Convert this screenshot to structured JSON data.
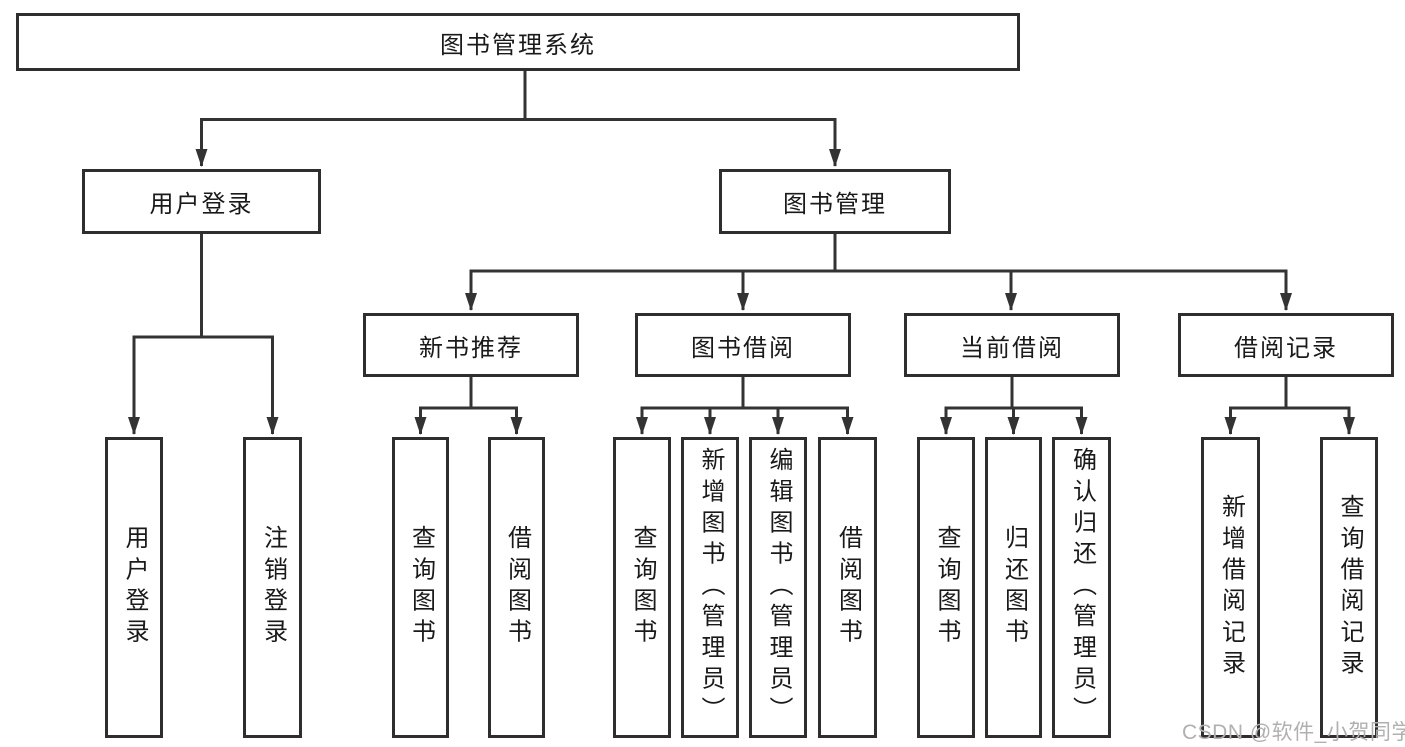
{
  "diagram": {
    "type": "hierarchy-tree",
    "title": "图书管理系统",
    "watermark": "CSDN @软件_小贺同学",
    "colors": {
      "line": "#333333",
      "box_border": "#2e2e2e",
      "box_background": "#ffffff",
      "text": "#1a1a1a",
      "watermark": "#b0b0b0"
    },
    "nodes": {
      "root": {
        "label": "图书管理系统",
        "children": [
          "user_login",
          "book_mgmt"
        ]
      },
      "user_login": {
        "label": "用户登录",
        "children": [
          "leaf_user_login",
          "leaf_logout"
        ]
      },
      "book_mgmt": {
        "label": "图书管理",
        "children": [
          "new_book_rec",
          "book_borrow",
          "current_borrow",
          "borrow_records"
        ]
      },
      "new_book_rec": {
        "label": "新书推荐",
        "children": [
          "rec_query_book",
          "rec_borrow_book"
        ]
      },
      "book_borrow": {
        "label": "图书借阅",
        "children": [
          "bb_query_book",
          "bb_add_book",
          "bb_edit_book",
          "bb_borrow_book"
        ]
      },
      "current_borrow": {
        "label": "当前借阅",
        "children": [
          "cb_query_book",
          "cb_return_book",
          "cb_confirm_return"
        ]
      },
      "borrow_records": {
        "label": "借阅记录",
        "children": [
          "br_add_record",
          "br_query_record"
        ]
      },
      "leaf_user_login": {
        "label": "用户登录"
      },
      "leaf_logout": {
        "label": "注销登录"
      },
      "rec_query_book": {
        "label": "查询图书"
      },
      "rec_borrow_book": {
        "label": "借阅图书"
      },
      "bb_query_book": {
        "label": "查询图书"
      },
      "bb_add_book": {
        "label": "新增图书（管理员）"
      },
      "bb_edit_book": {
        "label": "编辑图书（管理员）"
      },
      "bb_borrow_book": {
        "label": "借阅图书"
      },
      "cb_query_book": {
        "label": "查询图书"
      },
      "cb_return_book": {
        "label": "归还图书"
      },
      "cb_confirm_return": {
        "label": "确认归还（管理员）"
      },
      "br_add_record": {
        "label": "新增借阅记录"
      },
      "br_query_record": {
        "label": "查询借阅记录"
      }
    }
  }
}
